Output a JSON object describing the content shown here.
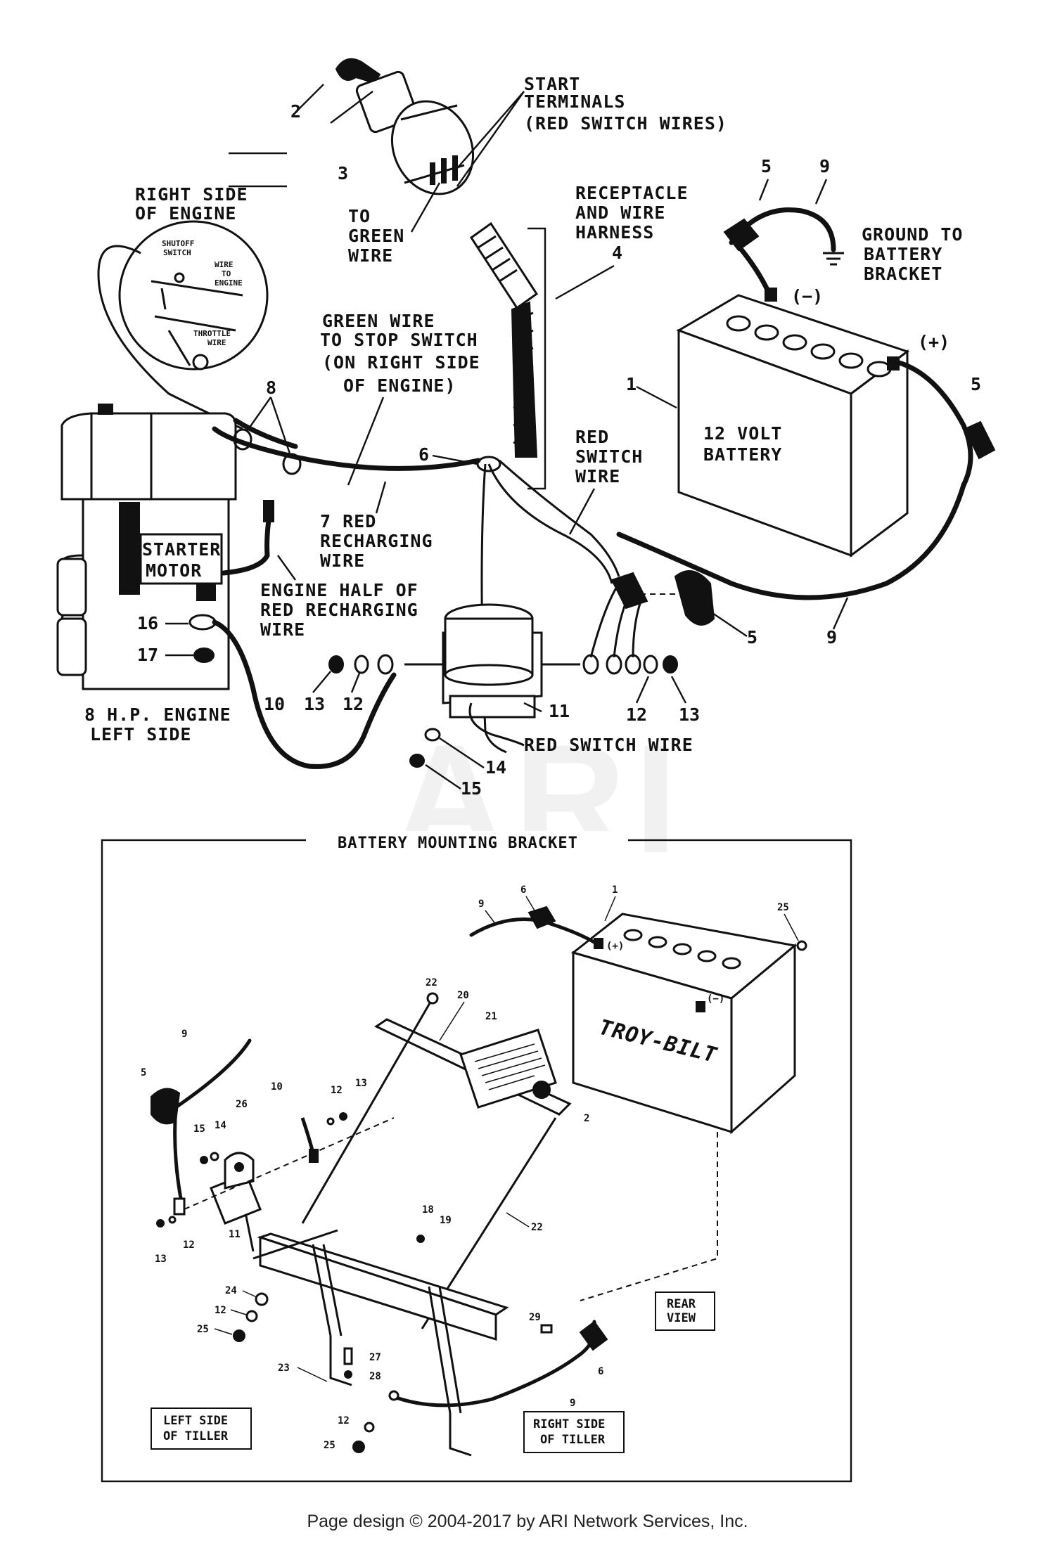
{
  "labels": {
    "start_terminals": [
      "START",
      "TERMINALS",
      "(RED SWITCH WIRES)"
    ],
    "receptacle_harness": [
      "RECEPTACLE",
      "AND WIRE",
      "HARNESS"
    ],
    "right_side_engine": [
      "RIGHT SIDE",
      "OF ENGINE"
    ],
    "to_green_wire": [
      "TO",
      "GREEN",
      "WIRE"
    ],
    "ground_battery": [
      "GROUND TO",
      "BATTERY",
      "BRACKET"
    ],
    "green_wire_stop": [
      "GREEN WIRE",
      "TO STOP SWITCH",
      "(ON RIGHT SIDE",
      "OF ENGINE)"
    ],
    "battery_label": [
      "12 VOLT",
      "BATTERY"
    ],
    "red_switch_wire_top": [
      "RED",
      "SWITCH",
      "WIRE"
    ],
    "starter_motor": [
      "STARTER",
      "MOTOR"
    ],
    "red_recharging": [
      "7 RED",
      "RECHARGING",
      "WIRE"
    ],
    "engine_half": [
      "ENGINE HALF OF",
      "RED RECHARGING",
      "WIRE"
    ],
    "engine_left": [
      "8 H.P. ENGINE",
      "LEFT SIDE"
    ],
    "red_switch_wire_bottom": "RED SWITCH WIRE",
    "neg": "(−)",
    "pos": "(+)",
    "inset": {
      "shutoff": [
        "SHUTOFF",
        "SWITCH"
      ],
      "wire_to_engine": [
        "WIRE",
        "TO",
        "ENGINE"
      ],
      "throttle": [
        "THROTTLE",
        "WIRE"
      ]
    },
    "bracket_title": "BATTERY MOUNTING BRACKET",
    "rear_view": [
      "REAR",
      "VIEW"
    ],
    "left_tiller": [
      "LEFT SIDE",
      "OF TILLER"
    ],
    "right_tiller": [
      "RIGHT SIDE",
      "OF TILLER"
    ],
    "battery_brand": "TROY-BILT",
    "bat_pos": "(+)",
    "bat_neg": "(−)"
  },
  "callouts_top": [
    "2",
    "3",
    "4",
    "5",
    "9",
    "5",
    "1",
    "6",
    "8",
    "16",
    "17",
    "10",
    "13",
    "12",
    "11",
    "12",
    "13",
    "14",
    "15",
    "5",
    "9"
  ],
  "callouts_bottom": [
    "9",
    "6",
    "1",
    "25",
    "22",
    "20",
    "21",
    "2",
    "5",
    "9",
    "10",
    "12",
    "13",
    "26",
    "15",
    "14",
    "11",
    "13",
    "12",
    "18",
    "19",
    "22",
    "24",
    "12",
    "25",
    "27",
    "28",
    "23",
    "12",
    "25",
    "29",
    "6",
    "9"
  ],
  "footer": "Page design © 2004-2017 by ARI Network Services, Inc.",
  "watermark": "ARI"
}
